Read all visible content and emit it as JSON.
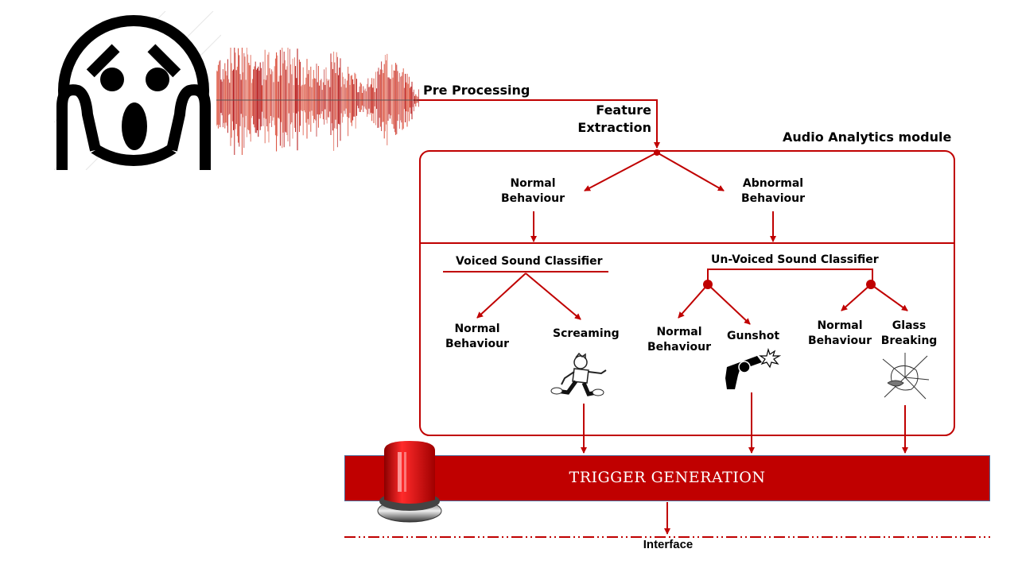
{
  "diagram": {
    "accent_color": "#c00000",
    "input": {
      "icon": "screaming-face-icon",
      "waveform": "audio-waveform-icon"
    },
    "steps": {
      "pre_processing": "Pre Processing",
      "feature_extraction_line1": "Feature",
      "feature_extraction_line2": "Extraction"
    },
    "module": {
      "title": "Audio Analytics module",
      "normal_line1": "Normal",
      "normal_line2": "Behaviour",
      "abnormal_line1": "Abnormal",
      "abnormal_line2": "Behaviour"
    },
    "voiced": {
      "title": "Voiced Sound Classifier",
      "normal_line1": "Normal",
      "normal_line2": "Behaviour",
      "screaming": "Screaming",
      "screaming_icon": "running-man-icon"
    },
    "unvoiced": {
      "title": "Un-Voiced Sound Classifier",
      "group1": {
        "normal_line1": "Normal",
        "normal_line2": "Behaviour",
        "gunshot": "Gunshot",
        "gunshot_icon": "revolver-icon"
      },
      "group2": {
        "normal_line1": "Normal",
        "normal_line2": "Behaviour",
        "glass_line1": "Glass",
        "glass_line2": "Breaking",
        "glass_icon": "broken-glass-icon"
      }
    },
    "trigger": {
      "label": "TRIGGER GENERATION",
      "icon": "alarm-siren-icon"
    },
    "interface": "Interface"
  }
}
